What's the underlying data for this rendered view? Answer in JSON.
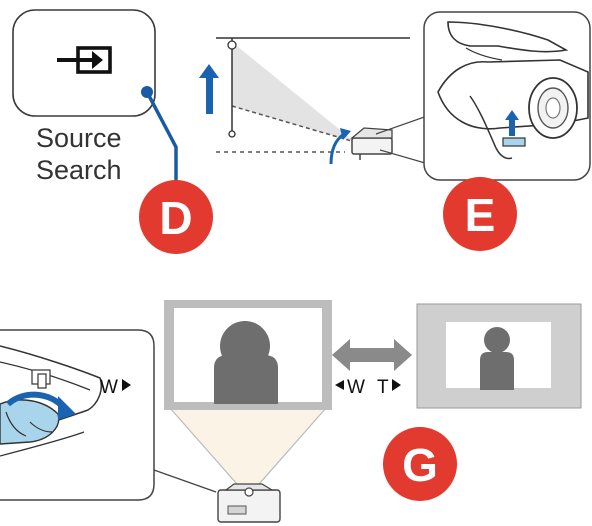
{
  "source_button": {
    "line1": "Source",
    "line2": "Search",
    "icon": "input-source-icon"
  },
  "callouts": {
    "d": "D",
    "e": "E",
    "g": "G"
  },
  "zoom": {
    "wide_label": "W",
    "wide_label_2": "W",
    "tele_label": "T"
  },
  "colors": {
    "callout_red": "#e23a2e",
    "leader_blue": "#1a5aa5",
    "arrow_blue": "#1a63b0",
    "light_blue": "#a8d4ec",
    "silhouette_gray": "#6e6e6e",
    "frame_gray": "#bdbdbd",
    "tele_arrow_gray": "#8a8a8a"
  }
}
